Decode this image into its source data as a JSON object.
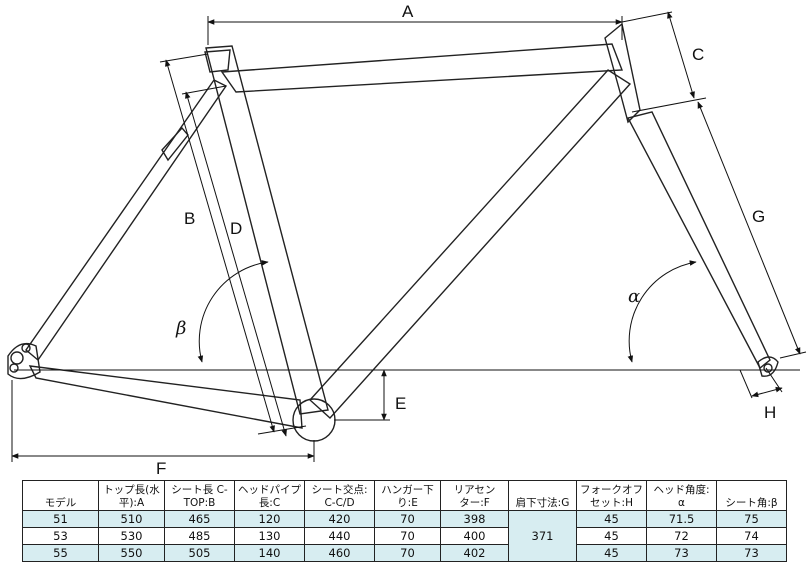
{
  "labels": {
    "A": "A",
    "B": "B",
    "C": "C",
    "D": "D",
    "E": "E",
    "F": "F",
    "G": "G",
    "H": "H",
    "alpha": "α",
    "beta": "β"
  },
  "table": {
    "headers": [
      [
        "モデル"
      ],
      [
        "トップ長(水",
        "平):A"
      ],
      [
        "シート長 C-",
        "TOP:B"
      ],
      [
        "ヘッドパイプ",
        "長:C"
      ],
      [
        "シート交点:",
        "C-C/D"
      ],
      [
        "ハンガー下",
        "り:E"
      ],
      [
        "リアセン",
        "ター:F"
      ],
      [
        "肩下寸法:G"
      ],
      [
        "フォークオフ",
        "セット:H"
      ],
      [
        "ヘッド角度:",
        "α"
      ],
      [
        "シート角:β"
      ]
    ],
    "rows": [
      [
        "51",
        "510",
        "465",
        "120",
        "420",
        "70",
        "398",
        "45",
        "71.5",
        "75"
      ],
      [
        "53",
        "530",
        "485",
        "130",
        "440",
        "70",
        "400",
        "45",
        "72",
        "74"
      ],
      [
        "55",
        "550",
        "505",
        "140",
        "460",
        "70",
        "402",
        "45",
        "73",
        "73"
      ]
    ],
    "shared_fork_length": "371"
  }
}
